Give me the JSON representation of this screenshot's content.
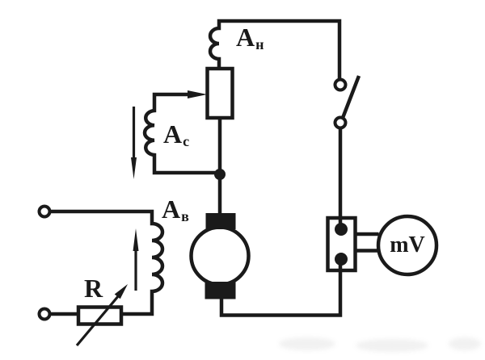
{
  "colors": {
    "ink": "#1a1a1a",
    "paper": "#ffffff"
  },
  "diagram": {
    "type": "circuit-schematic",
    "labels": {
      "an": {
        "base": "A",
        "sub": "н"
      },
      "ac": {
        "base": "A",
        "sub": "c"
      },
      "av": {
        "base": "A",
        "sub": "в"
      },
      "r": {
        "base": "R",
        "sub": ""
      },
      "mv": {
        "base": "mV",
        "sub": ""
      }
    },
    "components": [
      {
        "name": "coil-an",
        "symbol": "2-bump inductor coil in armature line, label Aн"
      },
      {
        "name": "vertical-rheostat",
        "symbol": "rectangle resistor with side wiper arrow"
      },
      {
        "name": "coil-ac",
        "symbol": "3-bump inductor coil shunt loop, label Ac, down arrow"
      },
      {
        "name": "coil-av",
        "symbol": "4-bump inductor coil in field circuit, label Aв, up arrow"
      },
      {
        "name": "rheostat-r",
        "symbol": "rectangle resistor with diagonal arrow, label R"
      },
      {
        "name": "dc-motor",
        "symbol": "circle with two black brush blocks"
      },
      {
        "name": "knife-switch",
        "symbol": "two open contact circles with tilted blade, open"
      },
      {
        "name": "shunt-box",
        "symbol": "rectangle with two filled terminal dots"
      },
      {
        "name": "millivoltmeter",
        "symbol": "circle dial, label mV"
      },
      {
        "name": "input-terminals",
        "symbol": "two open circle terminals on the left"
      }
    ]
  }
}
